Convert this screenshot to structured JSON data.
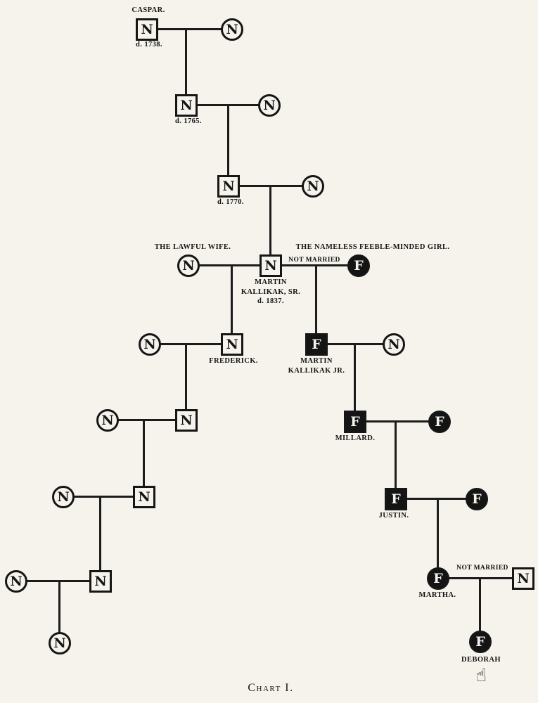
{
  "chart": {
    "caption": "Chart I.",
    "manicule": "☝"
  },
  "letters": {
    "normal": "N",
    "feebleminded": "F"
  },
  "labels": {
    "caspar_name": "CASPAR.",
    "caspar_death": "d. 1738.",
    "son2_death": "d. 1765.",
    "son3_death": "d. 1770.",
    "lawful_wife": "THE LAWFUL WIFE.",
    "nameless_girl": "THE NAMELESS FEEBLE-MINDED GIRL.",
    "not_married_sr": "NOT MARRIED",
    "martin_sr": "MARTIN\nKALLIKAK, SR.\nd. 1837.",
    "frederick": "FREDERICK.",
    "martin_jr": "MARTIN\nKALLIKAK JR.",
    "millard": "MILLARD.",
    "justin": "JUSTIN.",
    "martha": "MARTHA.",
    "not_married_martha": "NOT MARRIED",
    "deborah": "DEBORAH"
  }
}
